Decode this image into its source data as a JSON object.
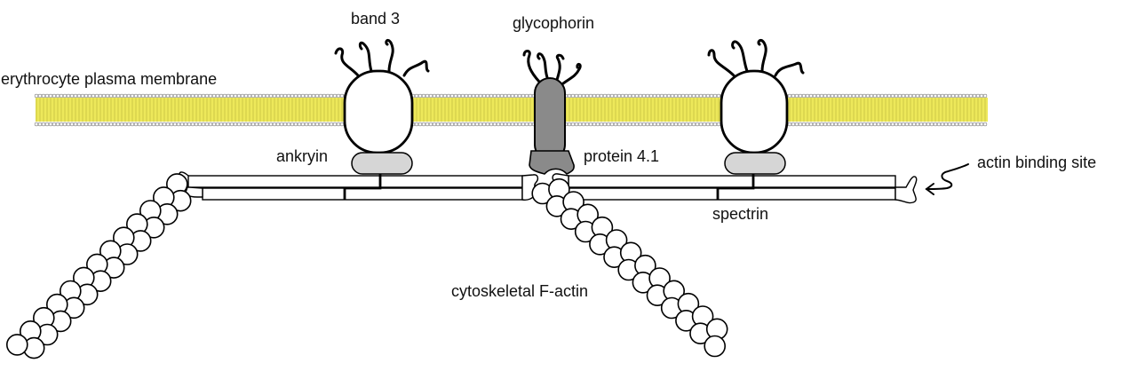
{
  "labels": {
    "band3": "band 3",
    "glycophorin": "glycophorin",
    "membrane": "erythrocyte plasma membrane",
    "ankyrin": "ankryin",
    "protein41": "protein 4.1",
    "actin_site": "actin binding site",
    "spectrin": "spectrin",
    "f_actin": "cytoskeletal F-actin"
  },
  "colors": {
    "membrane_fill": "#ede85a",
    "membrane_head": "#ffffff",
    "protein_white": "#ffffff",
    "ankyrin_fill": "#d6d6d6",
    "glycophorin_fill": "#8a8a8a",
    "protein41_fill": "#8a8a8a",
    "stroke": "#000000"
  }
}
